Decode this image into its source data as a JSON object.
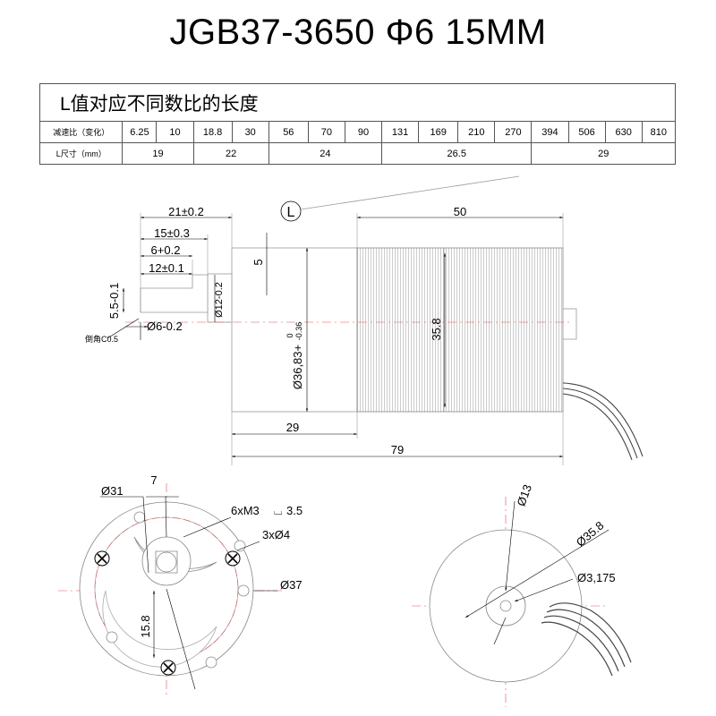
{
  "title": "JGB37-3650 Φ6 15MM",
  "table": {
    "caption": "L值对应不同数比的长度",
    "ratio_header": "减速比（变化）",
    "ratios": [
      "6.25",
      "10",
      "18.8",
      "30",
      "56",
      "70",
      "90",
      "131",
      "169",
      "210",
      "270",
      "394",
      "506",
      "630",
      "810"
    ],
    "length_header": "L尺寸（mm）",
    "lengths": [
      {
        "value": "19",
        "span": 2
      },
      {
        "value": "22",
        "span": 2
      },
      {
        "value": "24",
        "span": 3
      },
      {
        "value": "26.5",
        "span": 4
      },
      {
        "value": "29",
        "span": 4
      }
    ]
  },
  "side_view": {
    "l_marker": "L",
    "dim_21": "21±0.2",
    "dim_50": "50",
    "dim_15": "15±0.3",
    "dim_6": "6+0.2",
    "dim_12": "12±0.1",
    "dim_5": "5",
    "dim_55": "5.5-0.1",
    "dim_phi12": "Ø12-0.2",
    "dim_phi6": "Ø6-0.2",
    "chamfer": "倒角C0.5",
    "dim_phi3683": "Ø36,83+",
    "tol_upper": "0",
    "tol_lower": "-0.36",
    "dim_358": "35.8",
    "dim_29": "29",
    "dim_79": "79"
  },
  "front_view": {
    "dim_phi31": "Ø31",
    "dim_7": "7",
    "screw_holes": "6xM3",
    "screw_depth_symbol": "⌴",
    "screw_depth": "3.5",
    "mount_holes": "3xØ4",
    "dim_phi37": "Ø37",
    "dim_158": "15.8"
  },
  "back_view": {
    "dim_phi13": "Ø13",
    "dim_phi358": "Ø35.8",
    "dim_phi3175": "Ø3,175"
  }
}
